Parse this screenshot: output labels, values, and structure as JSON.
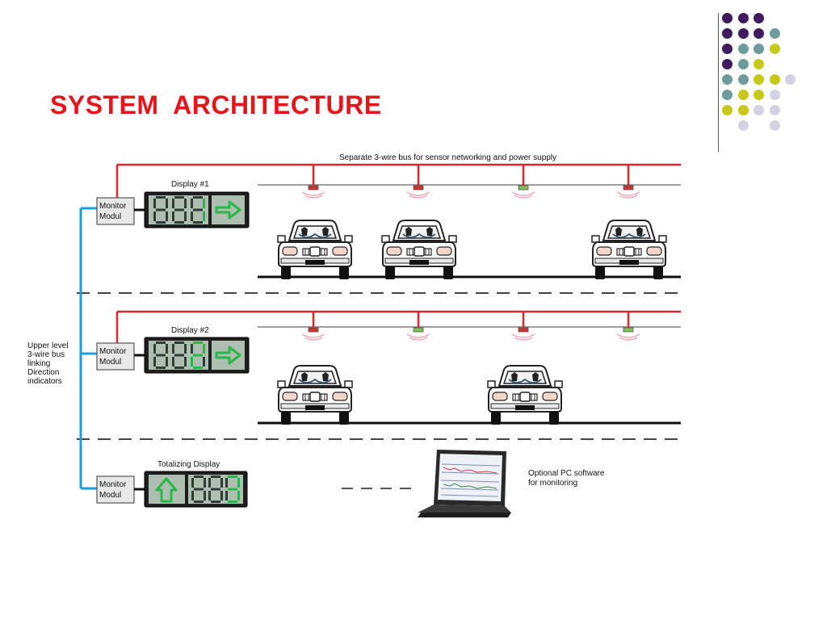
{
  "slide": {
    "title": "SYSTEM  ARCHITECTURE"
  },
  "colors": {
    "title": "#e8141c",
    "network_line": "#e0262e",
    "upper_bus": "#1aa0e0",
    "display_green": "#27b845",
    "sensor_red": "#d23030",
    "sensor_green": "#7fbf5a",
    "dot_purple": "#3f1a5e",
    "dot_teal": "#6e9c9c",
    "dot_yellow": "#c8c818",
    "dot_lavender": "#d2d2e2"
  },
  "diagram": {
    "top_bus_caption": "Separate 3-wire bus for sensor networking and power supply",
    "upper_bus_label": [
      "Upper level",
      "3-wire bus",
      "linking",
      "Direction",
      "indicators"
    ],
    "monitor_label": [
      "Monitor",
      "Modul"
    ],
    "display_1_title": "Display #1",
    "display_2_title": "Display #2",
    "totalizing_title": "Totalizing Display",
    "display_1_value": "1",
    "display_2_value": "2",
    "totalizing_value": "3",
    "pc_label": [
      "Optional PC software",
      "for monitoring"
    ],
    "row1_sensors": [
      "red",
      "red",
      "green",
      "red"
    ],
    "row2_sensors": [
      "red",
      "green",
      "red",
      "green"
    ]
  },
  "icons": {
    "arrow_right": "arrow-right-icon",
    "arrow_up": "arrow-up-icon",
    "car": "car-icon",
    "laptop": "laptop-icon",
    "sensor": "sensor-icon"
  }
}
